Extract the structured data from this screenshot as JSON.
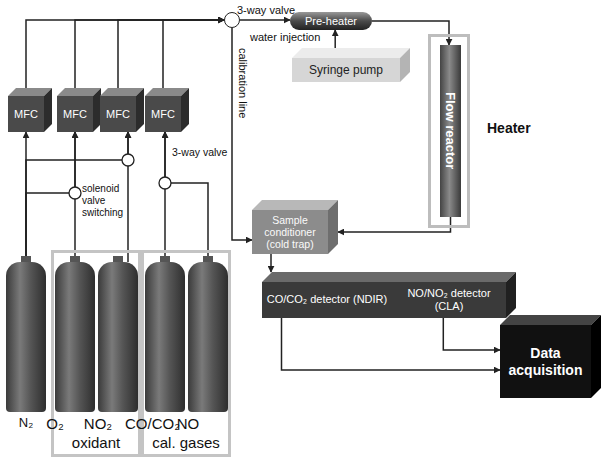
{
  "diagram": {
    "nodes": [
      {
        "text": [
          "N₂"
        ]
      },
      {
        "text": [
          "oxidant"
        ]
      },
      {
        "text": [
          "O₂"
        ],
        "in": 1
      },
      {
        "text": [
          "NO₂"
        ],
        "in": 1
      },
      {
        "text": [
          "cal. gases"
        ]
      },
      {
        "text": [
          "CO/CO₂"
        ],
        "in": 4
      },
      {
        "text": [
          "NO"
        ],
        "in": 4
      },
      {
        "text": [
          "MFC"
        ]
      },
      {
        "text": [
          "MFC"
        ]
      },
      {
        "text": [
          "MFC"
        ]
      },
      {
        "text": [
          "MFC"
        ]
      },
      {
        "text": [
          "3-way valve"
        ]
      },
      {
        "text": [
          "Pre-heater"
        ]
      },
      {
        "text": [
          "Syringe pump"
        ]
      },
      {
        "text": [
          "Heater"
        ]
      },
      {
        "text": [
          "Flow reactor"
        ],
        "in": 14
      },
      {
        "text": [
          "Sample conditioner (cold trap)"
        ]
      },
      {
        "text": [
          "CO/CO₂ detector (NDIR)"
        ]
      },
      {
        "text": [
          "NO/NO₂ detector (CLA)"
        ]
      },
      {
        "text": [
          "Data acquisition"
        ]
      }
    ],
    "edges": [
      {
        "from": 0,
        "to": 7,
        "arrow": "to"
      },
      {
        "from": 0,
        "to": 8,
        "arrow": "to"
      },
      {
        "from": 2,
        "to": 8,
        "arrow": "to"
      },
      {
        "from": 0,
        "to": 9,
        "arrow": "to"
      },
      {
        "from": 3,
        "to": 9,
        "arrow": "to"
      },
      {
        "from": 5,
        "to": 10,
        "arrow": "to"
      },
      {
        "from": 6,
        "to": 10,
        "arrow": "to"
      },
      {
        "from": 7,
        "to": 11,
        "arrow": "to"
      },
      {
        "from": 8,
        "to": 11,
        "arrow": "to"
      },
      {
        "from": 9,
        "to": 11,
        "arrow": "to"
      },
      {
        "from": 10,
        "to": 11,
        "arrow": "to"
      },
      {
        "from": 11,
        "to": 12,
        "arrow": "to"
      },
      {
        "from": 13,
        "to": 12,
        "arrow": "to"
      },
      {
        "from": 12,
        "to": 15,
        "arrow": "to"
      },
      {
        "from": 15,
        "to": 16,
        "arrow": "to"
      },
      {
        "from": 11,
        "to": 16,
        "arrow": "to"
      },
      {
        "from": 16,
        "to": 17,
        "arrow": "to"
      },
      {
        "from": 17,
        "to": 19,
        "arrow": "to"
      },
      {
        "from": 18,
        "to": 19,
        "arrow": "to"
      }
    ],
    "labels": [
      "water injection",
      "calibration line",
      "solenoid valve switching",
      "3-way valve"
    ]
  }
}
